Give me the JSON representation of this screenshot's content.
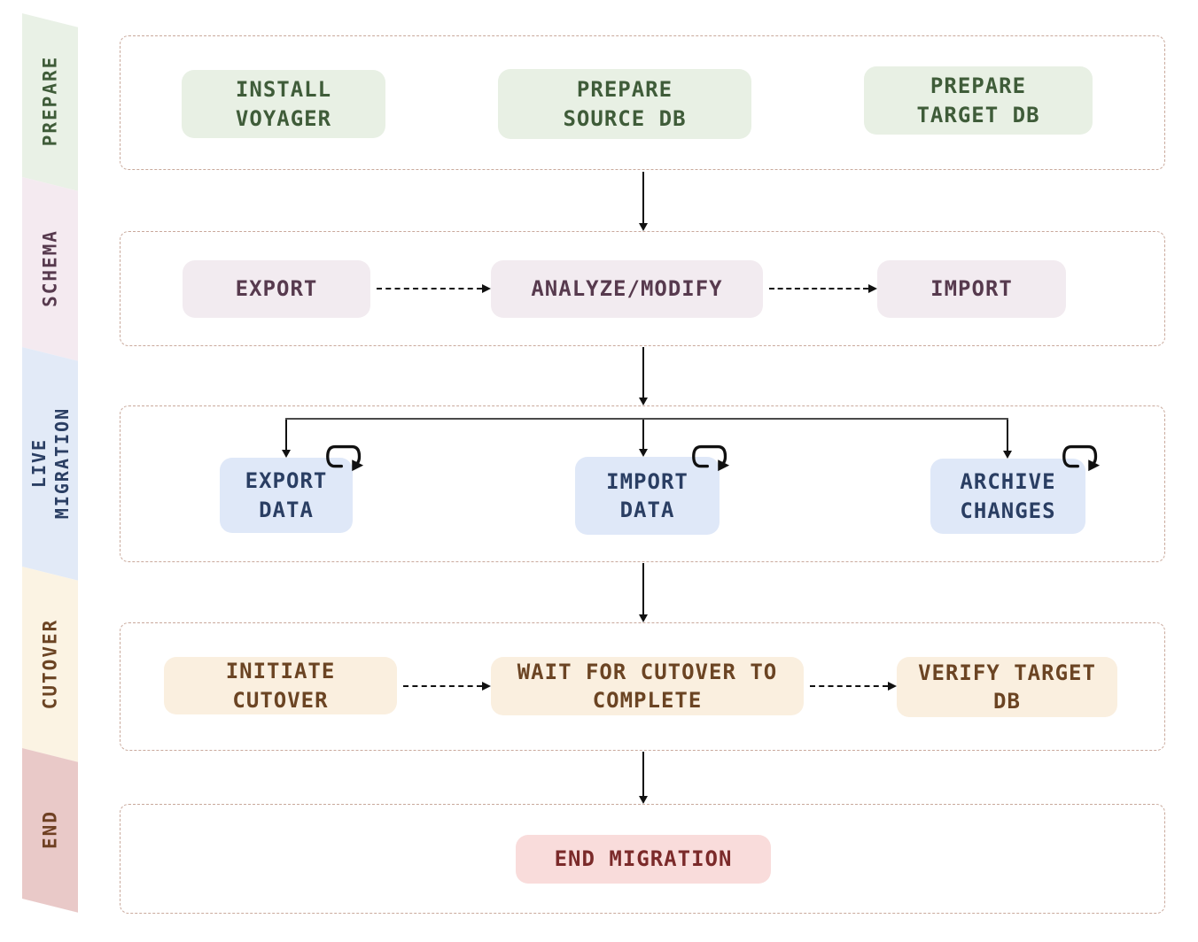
{
  "sidebar": {
    "sections": [
      {
        "id": "prepare",
        "lines": [
          "PREPARE"
        ],
        "band_color": "#e9f1e6",
        "text_color": "#3f5c39"
      },
      {
        "id": "schema",
        "lines": [
          "SCHEMA"
        ],
        "band_color": "#f4eaf0",
        "text_color": "#573a4e"
      },
      {
        "id": "live-migration",
        "lines": [
          "LIVE",
          "MIGRATION"
        ],
        "band_color": "#e2eaf7",
        "text_color": "#2a3e63"
      },
      {
        "id": "cutover",
        "lines": [
          "CUTOVER"
        ],
        "band_color": "#fbf3e3",
        "text_color": "#6b4423"
      },
      {
        "id": "end",
        "lines": [
          "END"
        ],
        "band_color": "#e9c9c8",
        "text_color": "#6f4023"
      }
    ]
  },
  "phases": [
    {
      "name": "PREPARE",
      "node_fill": "#e8f0e4",
      "node_text_color": "#3f5c39",
      "nodes": [
        {
          "lines": [
            "INSTALL",
            "VOYAGER"
          ]
        },
        {
          "lines": [
            "PREPARE",
            "SOURCE DB"
          ]
        },
        {
          "lines": [
            "PREPARE",
            "TARGET DB"
          ]
        }
      ]
    },
    {
      "name": "SCHEMA",
      "node_fill": "#f2ebf0",
      "node_text_color": "#573a4e",
      "connector_between_nodes": "dashed-arrow",
      "nodes": [
        {
          "lines": [
            "EXPORT"
          ]
        },
        {
          "lines": [
            "ANALYZE/MODIFY"
          ]
        },
        {
          "lines": [
            "IMPORT"
          ]
        }
      ]
    },
    {
      "name": "LIVE MIGRATION",
      "node_fill": "#dfe8f8",
      "node_text_color": "#2a3e63",
      "fan_out_from_previous": true,
      "nodes": [
        {
          "lines": [
            "EXPORT",
            "DATA"
          ],
          "self_loop": true
        },
        {
          "lines": [
            "IMPORT",
            "DATA"
          ],
          "self_loop": true
        },
        {
          "lines": [
            "ARCHIVE",
            "CHANGES"
          ],
          "self_loop": true
        }
      ]
    },
    {
      "name": "CUTOVER",
      "node_fill": "#faefdf",
      "node_text_color": "#6b4423",
      "connector_between_nodes": "dashed-arrow",
      "nodes": [
        {
          "lines": [
            "INITIATE",
            "CUTOVER"
          ]
        },
        {
          "lines": [
            "WAIT FOR CUTOVER TO",
            "COMPLETE"
          ]
        },
        {
          "lines": [
            "VERIFY TARGET",
            "DB"
          ]
        }
      ]
    },
    {
      "name": "END",
      "node_fill": "#f9dcdb",
      "node_text_color": "#7b2a2a",
      "nodes": [
        {
          "lines": [
            "END MIGRATION"
          ]
        }
      ]
    }
  ],
  "icons": {
    "self_loop": "self-loop-arrow"
  },
  "colors": {
    "background": "#ffffff",
    "container_border": "#c9a99c",
    "flow_arrow": "#111111",
    "branch_line": "#4a4a4a"
  }
}
